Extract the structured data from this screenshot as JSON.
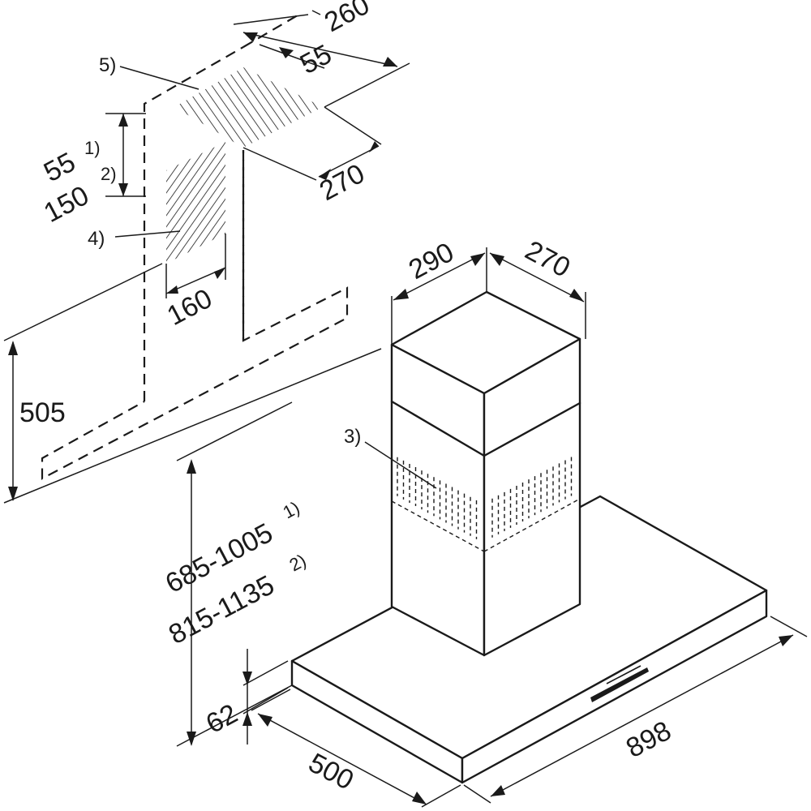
{
  "dimensions": {
    "top_width": "260",
    "top_offset": "55",
    "top_depth": "270",
    "duct_offset_a": "55",
    "duct_offset_a_note": "1)",
    "duct_offset_b": "150",
    "duct_offset_b_note": "2)",
    "duct_width": "160",
    "wall_height": "505",
    "chimney_width": "290",
    "chimney_depth": "270",
    "height_range_a": "685-1005",
    "height_range_a_note": "1)",
    "height_range_b": "815-1135",
    "height_range_b_note": "2)",
    "canopy_height": "62",
    "canopy_depth": "500",
    "canopy_width": "898"
  },
  "callouts": {
    "c3": "3)",
    "c4": "4)",
    "c5": "5)"
  }
}
